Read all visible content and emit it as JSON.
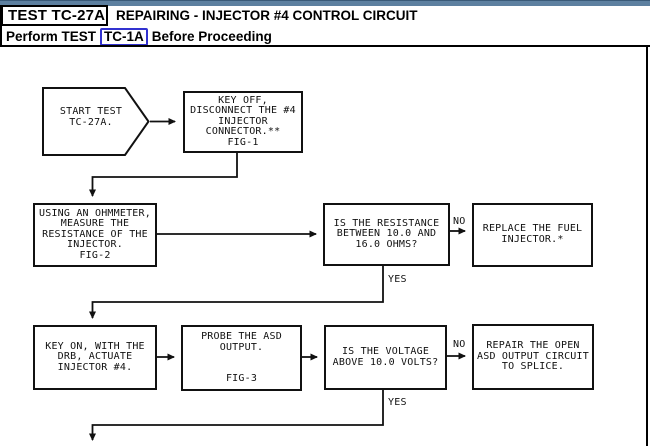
{
  "header": {
    "test_id": "TEST TC-27A",
    "title": "REPAIRING - INJECTOR #4 CONTROL CIRCUIT",
    "instruction_prefix": "Perform TEST",
    "instruction_link": "TC-1A",
    "instruction_suffix": "Before Proceeding"
  },
  "flowchart": {
    "start_label": "START TEST\nTC-27A.",
    "key_off": "KEY OFF,\nDISCONNECT THE #4\nINJECTOR\nCONNECTOR.**\nFIG-1",
    "ohmmeter": "USING AN OHMMETER,\nMEASURE THE\nRESISTANCE OF THE\nINJECTOR.\nFIG-2",
    "resistance_question": "IS THE RESISTANCE\nBETWEEN 10.0 AND\n16.0 OHMS?",
    "replace_injector": "REPLACE THE FUEL\nINJECTOR.*",
    "key_on": "KEY ON, WITH THE\nDRB, ACTUATE\nINJECTOR #4.",
    "probe_asd": "PROBE THE ASD\nOUTPUT.\n\n\nFIG-3",
    "voltage_question": "IS THE VOLTAGE\nABOVE 10.0 VOLTS?",
    "repair_asd": "REPAIR THE OPEN\nASD OUTPUT CIRCUIT\nTO SPLICE.",
    "yes": "YES",
    "no": "NO"
  },
  "colors": {
    "top_bar": "#5d80a0",
    "top_bar_edge": "#3a5a78",
    "link_border": "#3232d0",
    "ink": "#111111"
  }
}
